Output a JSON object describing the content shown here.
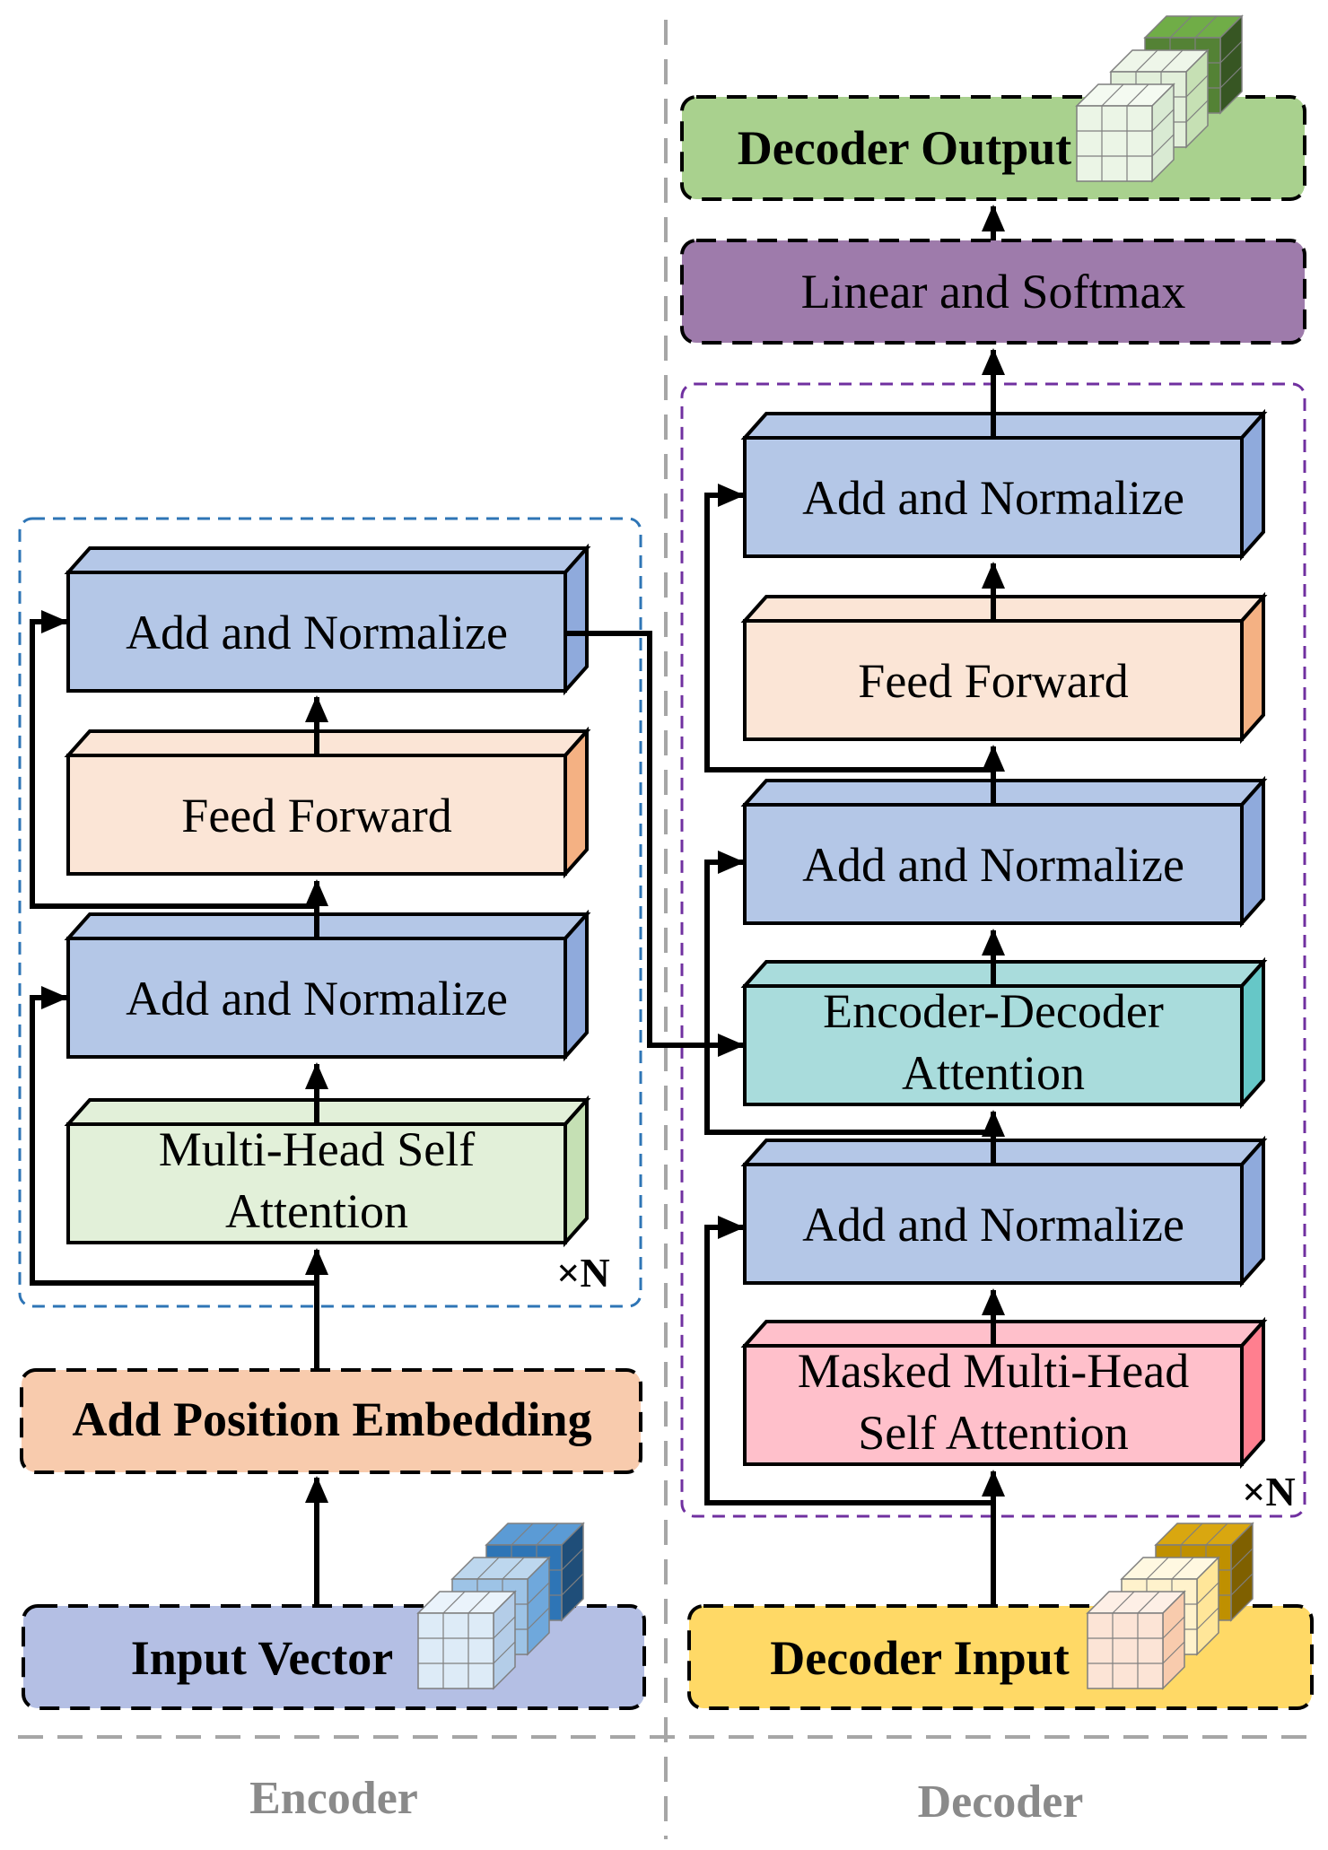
{
  "colors": {
    "add_norm_face": "#b4c7e7",
    "add_norm_side": "#8faadc",
    "feed_forward_face": "#fbe5d6",
    "feed_forward_side": "#f4b183",
    "self_attn_face": "#e2f0d9",
    "self_attn_side": "#c5e0b4",
    "enc_dec_face": "#a9dcdc",
    "enc_dec_side": "#66c7c7",
    "masked_face": "#ffc0cb",
    "masked_side": "#ff7f8f",
    "input_vector": "#b4bfe4",
    "position_embedding": "#f8cbad",
    "decoder_input": "#ffd966",
    "decoder_output": "#a9d18e",
    "linear_softmax": "#9e7bab",
    "encoder_frame": "#2e75b6",
    "decoder_frame": "#7030a0",
    "section_label": "#8a8a8a"
  },
  "encoder": {
    "input_vector": "Input Vector",
    "position_embedding": "Add  Position Embedding",
    "self_attention_line1": "Multi-Head Self",
    "self_attention_line2": "Attention",
    "add_norm_1": "Add and Normalize",
    "feed_forward": "Feed Forward",
    "add_norm_2": "Add and Normalize",
    "repeat": "×N",
    "label": "Encoder"
  },
  "decoder": {
    "decoder_input": "Decoder Input",
    "masked_attention_line1": "Masked Multi-Head",
    "masked_attention_line2": "Self Attention",
    "add_norm_1": "Add and Normalize",
    "enc_dec_attention_line1": "Encoder-Decoder",
    "enc_dec_attention_line2": "Attention",
    "add_norm_2": "Add and Normalize",
    "feed_forward": "Feed Forward",
    "add_norm_3": "Add and Normalize",
    "linear_softmax": "Linear and Softmax",
    "decoder_output": "Decoder Output",
    "repeat": "×N",
    "label": "Decoder"
  }
}
